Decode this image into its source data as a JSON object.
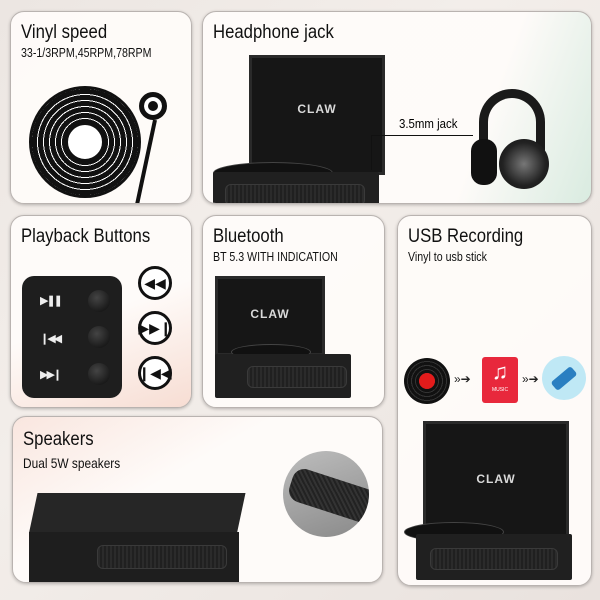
{
  "vinyl_speed": {
    "title": "Vinyl speed",
    "subtitle": "33-1/3RPM,45RPM,78RPM"
  },
  "headphone_jack": {
    "title": "Headphone jack",
    "callout": "3.5mm jack",
    "brand": "CLAW"
  },
  "playback": {
    "title": "Playback Buttons",
    "panel_buttons": [
      "▶❚❚",
      "❙◀◀",
      "▶▶❙"
    ],
    "icons": [
      "◀◀",
      "▶▶❙",
      "❙◀◀"
    ]
  },
  "bluetooth": {
    "title": "Bluetooth",
    "subtitle": "BT 5.3 WITH INDICATION",
    "brand": "CLAW"
  },
  "usb": {
    "title": "USB Recording",
    "subtitle": "Vinyl to usb stick",
    "music_label": "MUSIC",
    "brand": "CLAW"
  },
  "speakers": {
    "title": "Speakers",
    "subtitle": "Dual 5W speakers"
  }
}
